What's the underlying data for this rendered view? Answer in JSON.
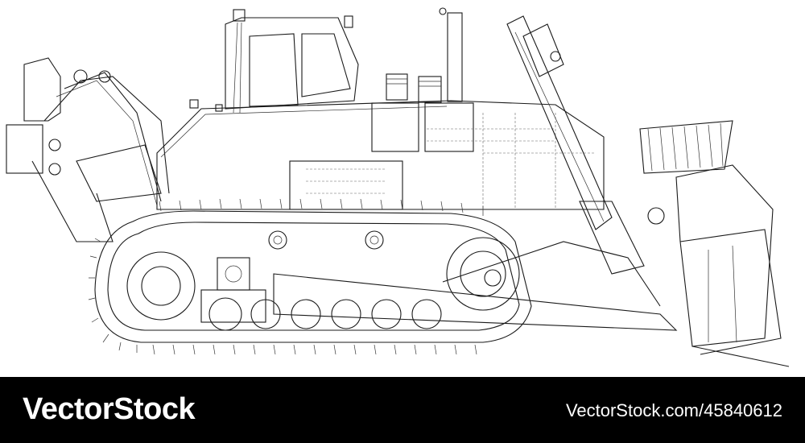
{
  "footer": {
    "brand": "VectorStock",
    "credit": "VectorStock.com/45840612",
    "background": "#000000",
    "text_color": "#ffffff"
  },
  "illustration": {
    "subject": "bulldozer-wireframe-drawing",
    "line_color": "#1a1a1a",
    "background": "#ffffff"
  }
}
